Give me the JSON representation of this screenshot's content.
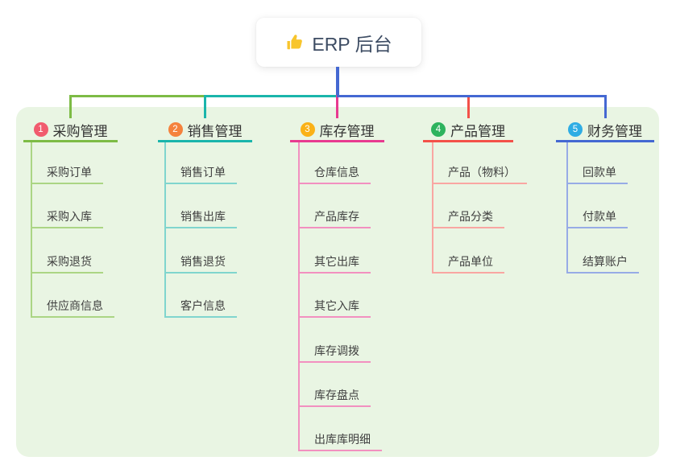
{
  "root": {
    "title": "ERP 后台",
    "icon": "thumbs-up-icon",
    "icon_color": "#f8c52c"
  },
  "colors": {
    "panel_bg": "#e9f5e3",
    "trunk": "#4468d2",
    "title_text": "#3d4c63"
  },
  "branches": [
    {
      "index": "1",
      "label": "采购管理",
      "badge_color": "#f15b6e",
      "line_color": "#7dbb45",
      "light_color": "#abd584",
      "children": [
        "采购订单",
        "采购入库",
        "采购退货",
        "供应商信息"
      ]
    },
    {
      "index": "2",
      "label": "销售管理",
      "badge_color": "#f5823d",
      "line_color": "#1ab5ab",
      "light_color": "#80d5ce",
      "children": [
        "销售订单",
        "销售出库",
        "销售退货",
        "客户信息"
      ]
    },
    {
      "index": "3",
      "label": "库存管理",
      "badge_color": "#fab116",
      "line_color": "#e83a90",
      "light_color": "#f290c0",
      "children": [
        "仓库信息",
        "产品库存",
        "其它出库",
        "其它入库",
        "库存调拨",
        "库存盘点",
        "出库库明细"
      ]
    },
    {
      "index": "4",
      "label": "产品管理",
      "badge_color": "#2db35e",
      "line_color": "#f35149",
      "light_color": "#f9a6a2",
      "children": [
        "产品（物料）",
        "产品分类",
        "产品单位"
      ]
    },
    {
      "index": "5",
      "label": "财务管理",
      "badge_color": "#2fade4",
      "line_color": "#4468d2",
      "light_color": "#97abe6",
      "children": [
        "回款单",
        "付款单",
        "结算账户"
      ]
    }
  ]
}
